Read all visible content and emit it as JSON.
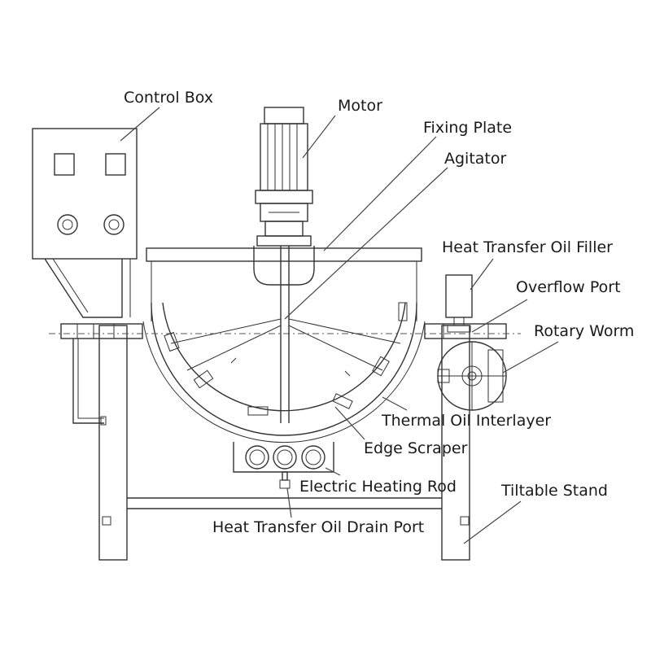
{
  "labels": {
    "control_box": "Control Box",
    "motor": "Motor",
    "fixing_plate": "Fixing Plate",
    "agitator": "Agitator",
    "heat_transfer_oil_filler": "Heat Transfer Oil Filler",
    "overflow_port": "Overflow Port",
    "rotary_worm": "Rotary Worm",
    "thermal_oil_interlayer": "Thermal Oil Interlayer",
    "edge_scraper": "Edge Scraper",
    "electric_heating_rod": "Electric Heating Rod",
    "tiltable_stand": "Tiltable Stand",
    "heat_transfer_oil_drain_port": "Heat Transfer Oil Drain Port"
  },
  "colors": {
    "line": "#333333",
    "text": "#1a1a1a",
    "background": "#ffffff"
  }
}
